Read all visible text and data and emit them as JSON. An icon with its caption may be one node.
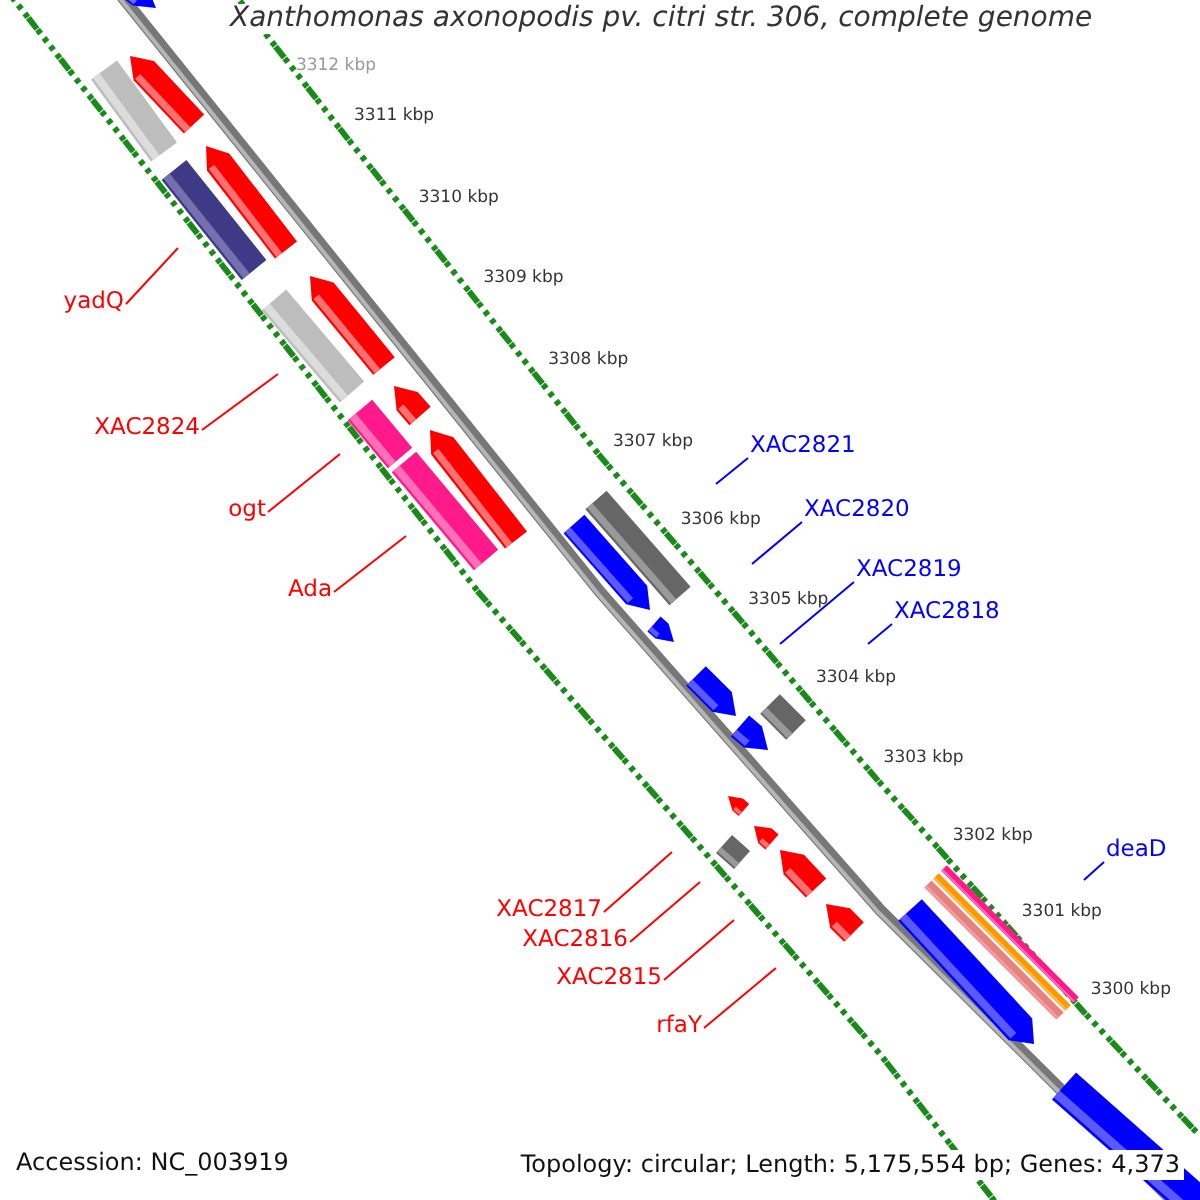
{
  "diagram": {
    "title": "Xanthomonas axonopodis pv. citri str. 306, complete genome",
    "nodes": [
      {
        "text": [
          "yadQ"
        ]
      },
      {
        "text": [
          "XAC2824"
        ]
      },
      {
        "text": [
          "XAC2821"
        ]
      },
      {
        "text": [
          "ogt"
        ]
      },
      {
        "text": [
          "XAC2820"
        ]
      },
      {
        "text": [
          "XAC2819"
        ]
      },
      {
        "text": [
          "Ada"
        ]
      },
      {
        "text": [
          "XAC2818"
        ]
      },
      {
        "text": [
          "deaD"
        ]
      },
      {
        "text": [
          "XAC2817"
        ]
      },
      {
        "text": [
          "XAC2816"
        ]
      },
      {
        "text": [
          "XAC2815"
        ]
      },
      {
        "text": [
          "rfaY"
        ]
      }
    ],
    "edges": [
      {
        "from": 0,
        "to": null,
        "arrow": "none"
      },
      {
        "from": 1,
        "to": null,
        "arrow": "none"
      },
      {
        "from": 2,
        "to": null,
        "arrow": "none",
        "color": "#0000ff"
      },
      {
        "from": 3,
        "to": null,
        "arrow": "none"
      },
      {
        "from": 4,
        "to": null,
        "arrow": "none",
        "color": "#0000ff"
      },
      {
        "from": 5,
        "to": null,
        "arrow": "none",
        "color": "#0000ff"
      },
      {
        "from": 6,
        "to": null,
        "arrow": "none"
      },
      {
        "from": 7,
        "to": null,
        "arrow": "none",
        "color": "#0000ff"
      },
      {
        "from": 8,
        "to": null,
        "arrow": "none",
        "color": "#0000ff"
      },
      {
        "from": 9,
        "to": null,
        "arrow": "none"
      },
      {
        "from": 10,
        "to": null,
        "arrow": "none"
      },
      {
        "from": 11,
        "to": null,
        "arrow": "none"
      },
      {
        "from": 12,
        "to": null,
        "arrow": "none"
      }
    ],
    "labels": [
      "3312 kbp",
      "3311 kbp",
      "3310 kbp",
      "3309 kbp",
      "3308 kbp",
      "3307 kbp",
      "3306 kbp",
      "3305 kbp",
      "3304 kbp",
      "3303 kbp",
      "3302 kbp",
      "3301 kbp",
      "3300 kbp",
      "Accession: NC_003919",
      "Topology: circular; Length: 5,175,554 bp; Genes: 4,373"
    ]
  }
}
